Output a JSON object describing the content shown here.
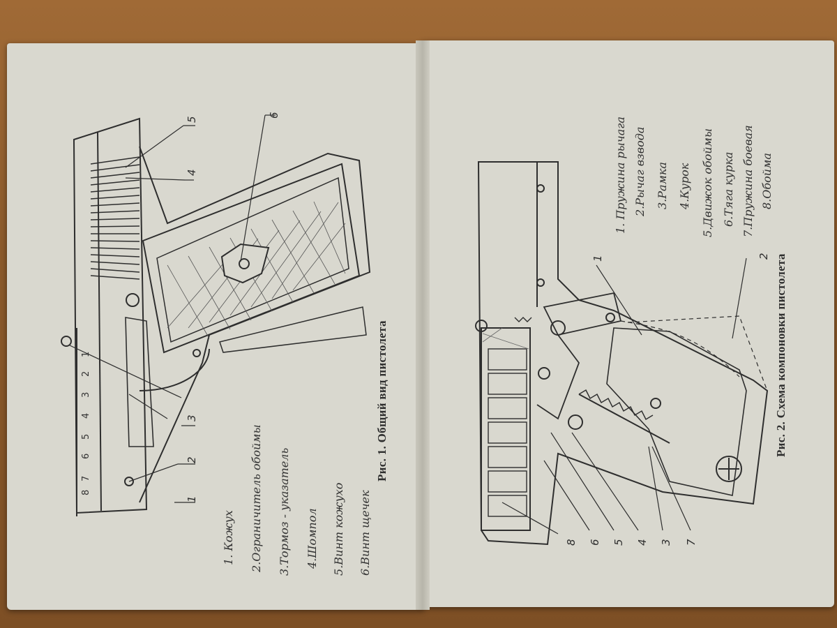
{
  "left_page": {
    "caption": "Рис. 1. Общий вид пистолета",
    "legend": [
      "1. Кожух",
      "2.Ограничитель обоймы",
      "3.Тормоз - указатель",
      "4.Шомпол",
      "5.Винт кожухо",
      "6.Винт щечек"
    ],
    "callouts": [
      "5",
      "4",
      "6",
      "1",
      "2",
      "3"
    ],
    "scale_marks": [
      "8",
      "7",
      "6",
      "5",
      "4",
      "3",
      "2",
      "1"
    ]
  },
  "right_page": {
    "caption": "Рис. 2. Схема компоновки пистолета",
    "legend": [
      "1. Пружина рычага",
      "2.Рычаг взвода",
      "3.Рамка",
      "4.Курок",
      "5.Движок обоймы",
      "6.Тяга курка",
      "7.Пружина боевая",
      "8.Обойма"
    ],
    "callouts": [
      "1",
      "2",
      "8",
      "6",
      "5",
      "4",
      "3",
      "7"
    ]
  },
  "colors": {
    "paper": "#d9d8cf",
    "ink": "#2e2e2e",
    "wood": "#8b5a2b"
  }
}
